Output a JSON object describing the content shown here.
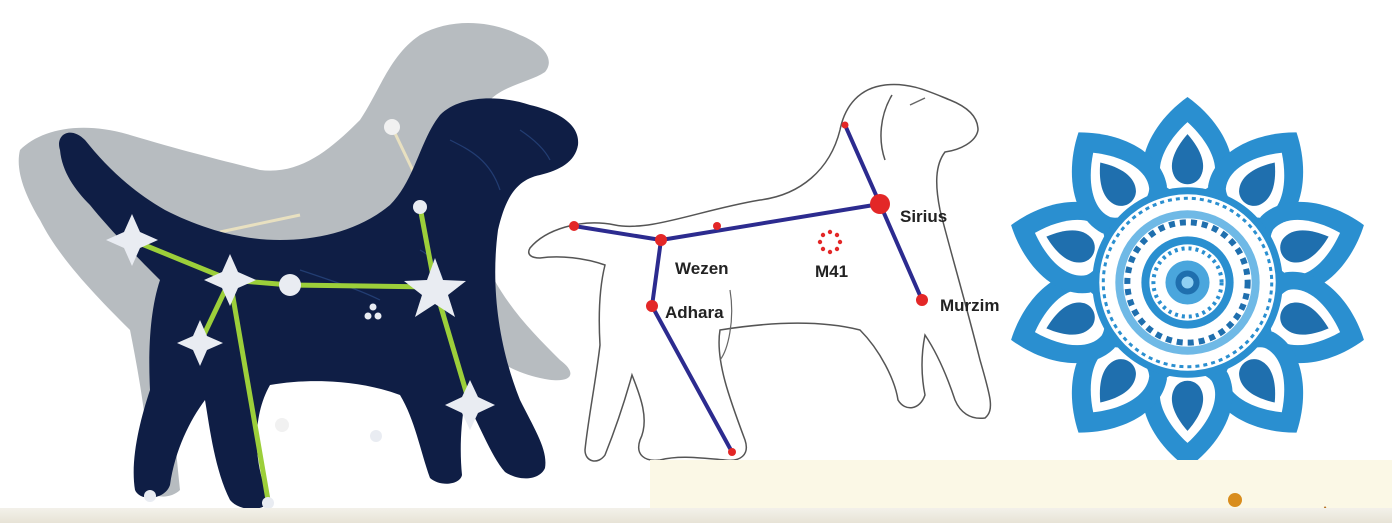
{
  "diagram": {
    "stars": [
      {
        "id": "sirius",
        "label": "Sirius"
      },
      {
        "id": "wezen",
        "label": "Wezen"
      },
      {
        "id": "adhara",
        "label": "Adhara"
      },
      {
        "id": "murzim",
        "label": "Murzim"
      },
      {
        "id": "m41",
        "label": "M41"
      }
    ]
  },
  "colors": {
    "navy_dog": "#0f1e45",
    "gray_dog": "#b4b9bd",
    "constellation_line": "#9ccf3a",
    "diagram_line": "#2c2b8f",
    "star_dot": "#e32727",
    "mandala": "#2a8fd0"
  }
}
